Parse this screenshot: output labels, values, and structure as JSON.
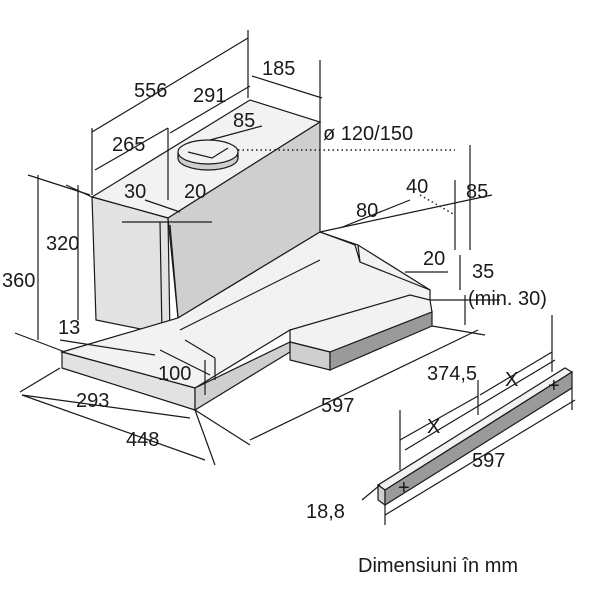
{
  "dimensions": {
    "d556": "556",
    "d185": "185",
    "d291": "291",
    "d265": "265",
    "d85_top": "85",
    "d_diameter": "ø 120/150",
    "d30": "30",
    "d20_top": "20",
    "d320": "320",
    "d360": "360",
    "d13": "13",
    "d40": "40",
    "d85_right": "85",
    "d80": "80",
    "d20_right": "20",
    "d35": "35",
    "d_min30": "(min. 30)",
    "d100": "100",
    "d293": "293",
    "d448": "448",
    "d597_hood": "597",
    "d374_5": "374,5",
    "x_upper": "X",
    "x_lower": "X",
    "d597_panel": "597",
    "d18_8": "18,8"
  },
  "caption": "Dimensiuni în mm"
}
